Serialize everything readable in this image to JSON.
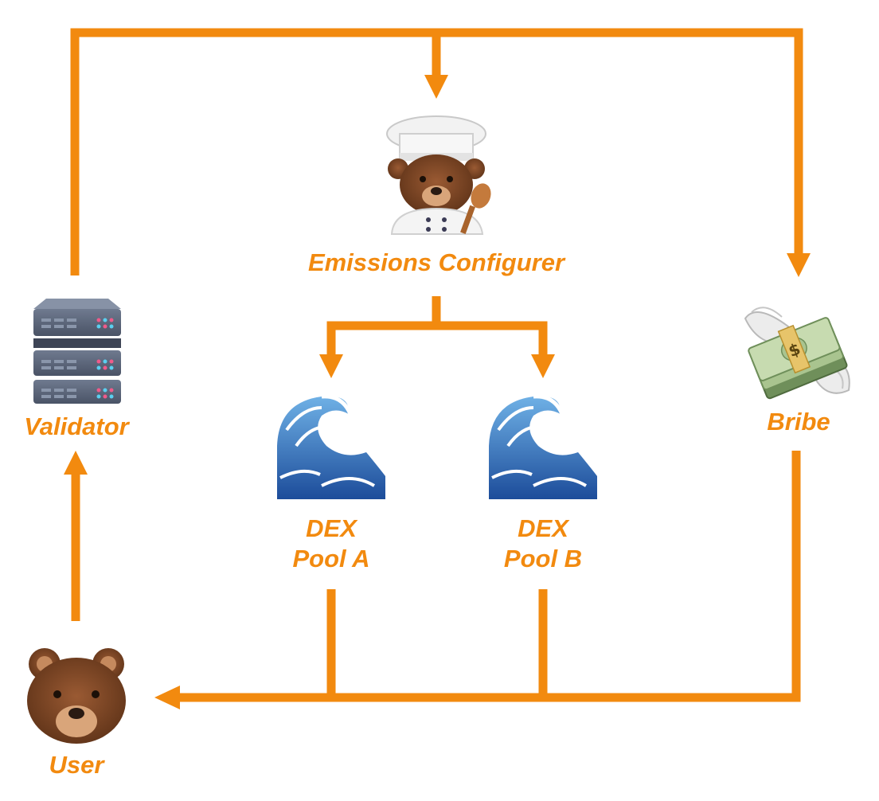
{
  "nodes": {
    "emissions_configurer": {
      "label": "Emissions Configurer",
      "icon": "chef-bear-icon"
    },
    "validator": {
      "label": "Validator",
      "icon": "server-icon"
    },
    "bribe": {
      "label": "Bribe",
      "icon": "money-with-wings-icon"
    },
    "dex_pool_a": {
      "label_line1": "DEX",
      "label_line2": "Pool A",
      "icon": "wave-icon"
    },
    "dex_pool_b": {
      "label_line1": "DEX",
      "label_line2": "Pool B",
      "icon": "wave-icon"
    },
    "user": {
      "label": "User",
      "icon": "bear-face-icon"
    }
  },
  "colors": {
    "accent": "#f28a0f",
    "background": "#ffffff"
  }
}
